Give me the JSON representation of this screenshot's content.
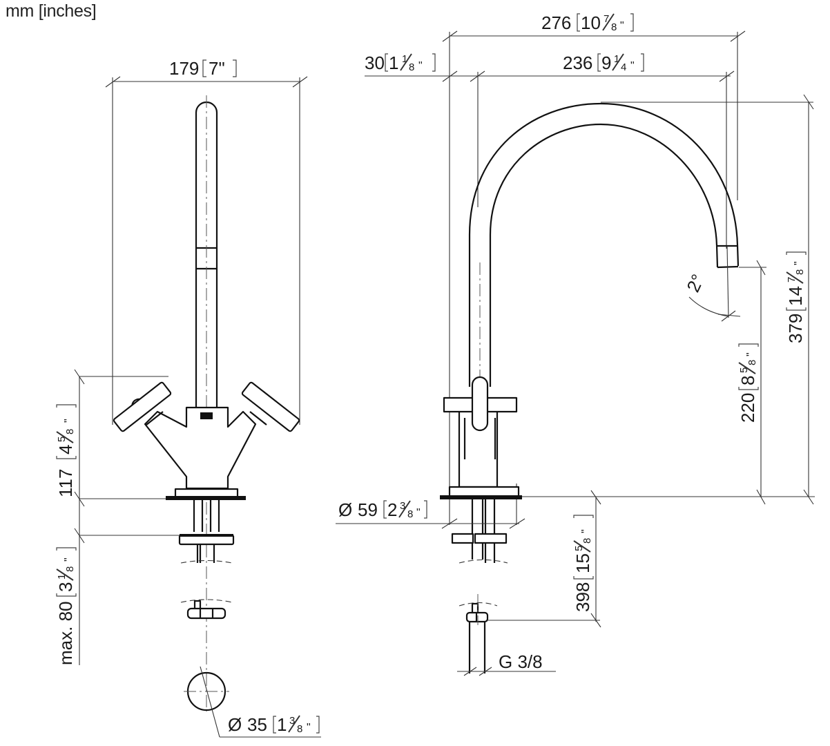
{
  "units_label": "mm [inches]",
  "front_view": {
    "width": {
      "mm": "179",
      "in_whole": "7\"",
      "in_num": "",
      "in_den": ""
    },
    "handle_height": {
      "mm": "117",
      "in_whole": "4",
      "in_num": "5",
      "in_den": "8"
    },
    "max_thickness": {
      "mm": "max. 80",
      "in_whole": "3",
      "in_num": "1",
      "in_den": "8"
    },
    "hole_diameter": {
      "symbol": "Ø",
      "mm": "35",
      "in_whole": "1",
      "in_num": "3",
      "in_den": "8"
    }
  },
  "side_view": {
    "total_reach": {
      "mm": "276",
      "in_whole": "10",
      "in_num": "7",
      "in_den": "8"
    },
    "offset": {
      "mm": "30",
      "in_whole": "1",
      "in_num": "1",
      "in_den": "8"
    },
    "spout_reach": {
      "mm": "236",
      "in_whole": "9",
      "in_num": "1",
      "in_den": "4"
    },
    "total_height": {
      "mm": "379",
      "in_whole": "14",
      "in_num": "7",
      "in_den": "8"
    },
    "spout_height": {
      "mm": "220",
      "in_whole": "8",
      "in_num": "5",
      "in_den": "8"
    },
    "flow_angle": "2°",
    "base_diameter": {
      "symbol": "Ø",
      "mm": "59",
      "in_whole": "2",
      "in_num": "3",
      "in_den": "8"
    },
    "hose_length": {
      "mm": "398",
      "in_whole": "15",
      "in_num": "5",
      "in_den": "8"
    },
    "connection": "G 3/8"
  }
}
